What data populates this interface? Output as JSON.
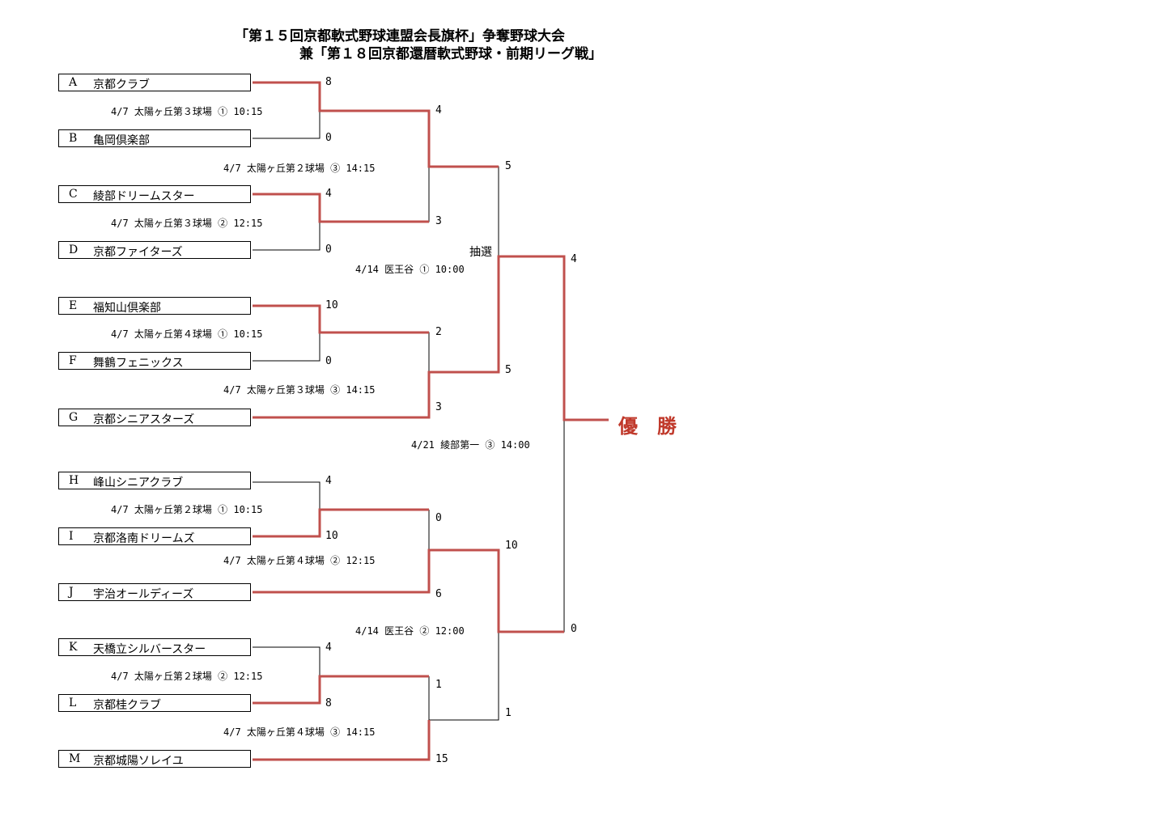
{
  "title": {
    "line1": "「第１５回京都軟式野球連盟会長旗杯」争奪野球大会",
    "line2": "兼「第１８回京都還暦軟式野球・前期リーグ戦」"
  },
  "colors": {
    "winner_line": "#c0504d",
    "loser_line": "#000000",
    "champion_text": "#c0392b"
  },
  "teams": [
    {
      "id": "A",
      "name": "京都クラブ"
    },
    {
      "id": "B",
      "name": "亀岡倶楽部"
    },
    {
      "id": "C",
      "name": "綾部ドリームスター"
    },
    {
      "id": "D",
      "name": "京都ファイターズ"
    },
    {
      "id": "E",
      "name": "福知山倶楽部"
    },
    {
      "id": "F",
      "name": "舞鶴フェニックス"
    },
    {
      "id": "G",
      "name": "京都シニアスターズ"
    },
    {
      "id": "H",
      "name": "峰山シニアクラブ"
    },
    {
      "id": "I",
      "name": "京都洛南ドリームズ"
    },
    {
      "id": "J",
      "name": "宇治オールディーズ"
    },
    {
      "id": "K",
      "name": "天橋立シルバースター"
    },
    {
      "id": "L",
      "name": "京都桂クラブ"
    },
    {
      "id": "M",
      "name": "京都城陽ソレイユ"
    }
  ],
  "schedules": [
    "4/7 太陽ヶ丘第３球場 ① 10:15",
    "4/7 太陽ヶ丘第３球場 ② 12:15",
    "4/7 太陽ヶ丘第２球場 ③ 14:15",
    "4/7 太陽ヶ丘第４球場 ① 10:15",
    "4/7 太陽ヶ丘第３球場 ③ 14:15",
    "4/14 医王谷 ① 10:00",
    "4/7 太陽ヶ丘第２球場 ① 10:15",
    "4/7 太陽ヶ丘第４球場 ② 12:15",
    "4/7 太陽ヶ丘第２球場 ② 12:15",
    "4/7 太陽ヶ丘第４球場 ③ 14:15",
    "4/14 医王谷 ② 12:00",
    "4/21 綾部第一 ③ 14:00"
  ],
  "scores": [
    "8",
    "0",
    "4",
    "0",
    "4",
    "3",
    "5",
    "10",
    "0",
    "2",
    "3",
    "5",
    "4",
    "10",
    "0",
    "6",
    "4",
    "8",
    "1",
    "15",
    "10",
    "1",
    "4",
    "0"
  ],
  "notes": {
    "lottery": "抽選"
  },
  "champion": "優　勝"
}
